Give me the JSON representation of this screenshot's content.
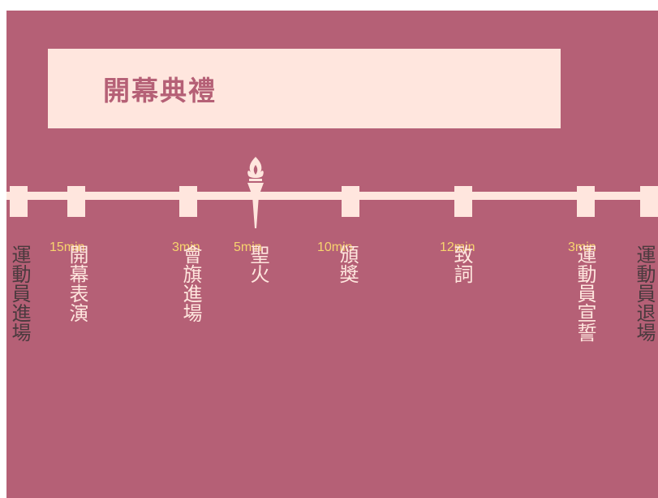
{
  "title": "開幕典禮",
  "icons": {
    "torch": "torch-icon"
  },
  "colors": {
    "background": "#b56076",
    "panel": "#ffe6de",
    "duration": "#f7d46e",
    "label_light": "#ffe6de",
    "label_dark": "#4a3a3e"
  },
  "schedule": [
    {
      "label": "運動員進場",
      "duration": ""
    },
    {
      "label": "開幕表演",
      "duration": "15min"
    },
    {
      "label": "會旗進場",
      "duration": "3min"
    },
    {
      "label": "聖火",
      "duration": "5min"
    },
    {
      "label": "頒獎",
      "duration": "10min"
    },
    {
      "label": "致詞",
      "duration": "12min"
    },
    {
      "label": "運動員宣誓",
      "duration": "3min"
    },
    {
      "label": "運動員退場",
      "duration": ""
    }
  ]
}
